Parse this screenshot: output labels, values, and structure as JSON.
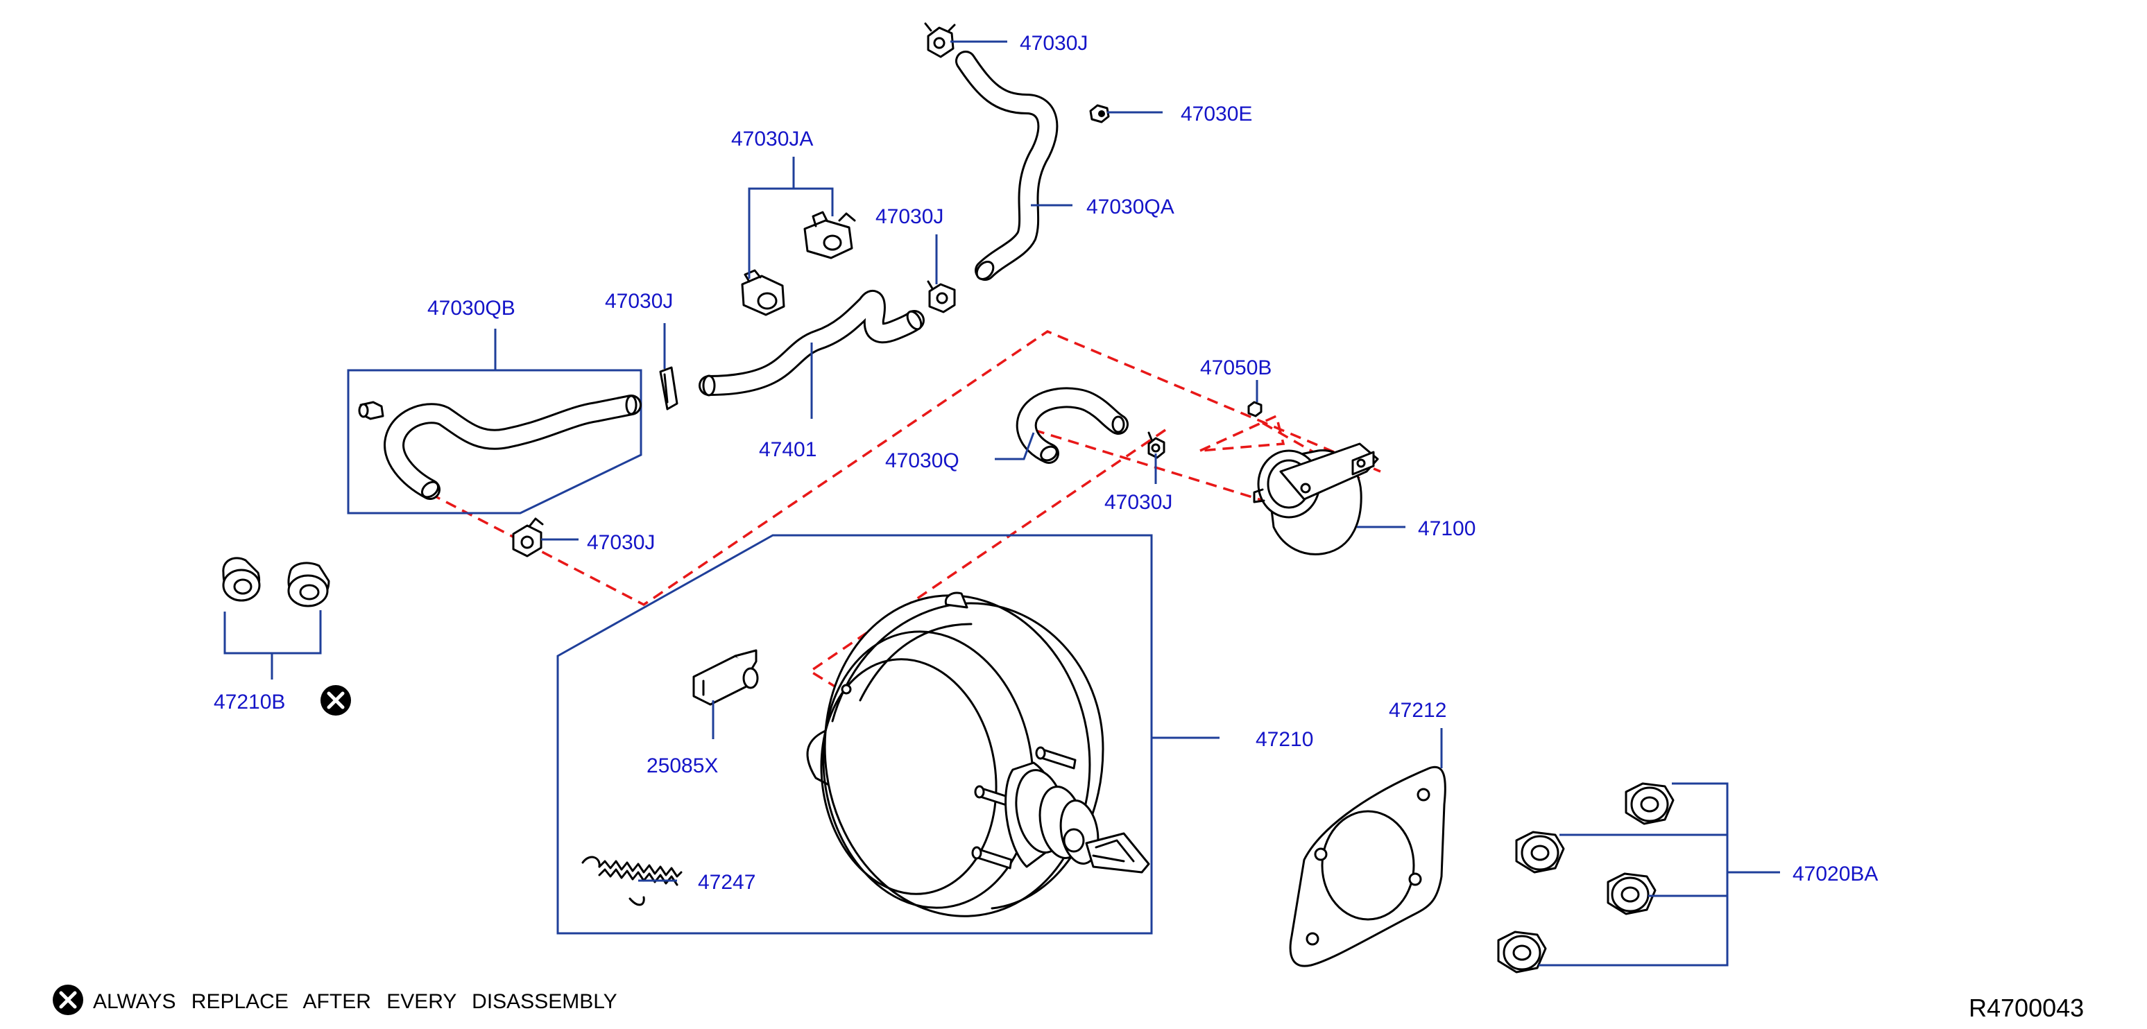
{
  "labels": {
    "p47030J_top": "47030J",
    "p47030E": "47030E",
    "p47030JA": "47030JA",
    "p47030J_mid": "47030J",
    "p47030QA": "47030QA",
    "p47030QB": "47030QB",
    "p47030J_left": "47030J",
    "p47401": "47401",
    "p47050B": "47050B",
    "p47030Q": "47030Q",
    "p47030J_right": "47030J",
    "p47100": "47100",
    "p47030J_low": "47030J",
    "p47210B": "47210B",
    "p25085X": "25085X",
    "p47210": "47210",
    "p47212": "47212",
    "p47247": "47247",
    "p47020BA": "47020BA"
  },
  "legend": {
    "symbol": "circled-x-icon",
    "text": "ALWAYS REPLACE AFTER EVERY DISASSEMBLY"
  },
  "reference_code": "R4700043",
  "colors": {
    "label": "#1414c8",
    "leader": "#1f3f9a",
    "routing": "#e81818",
    "outline": "#000000"
  }
}
